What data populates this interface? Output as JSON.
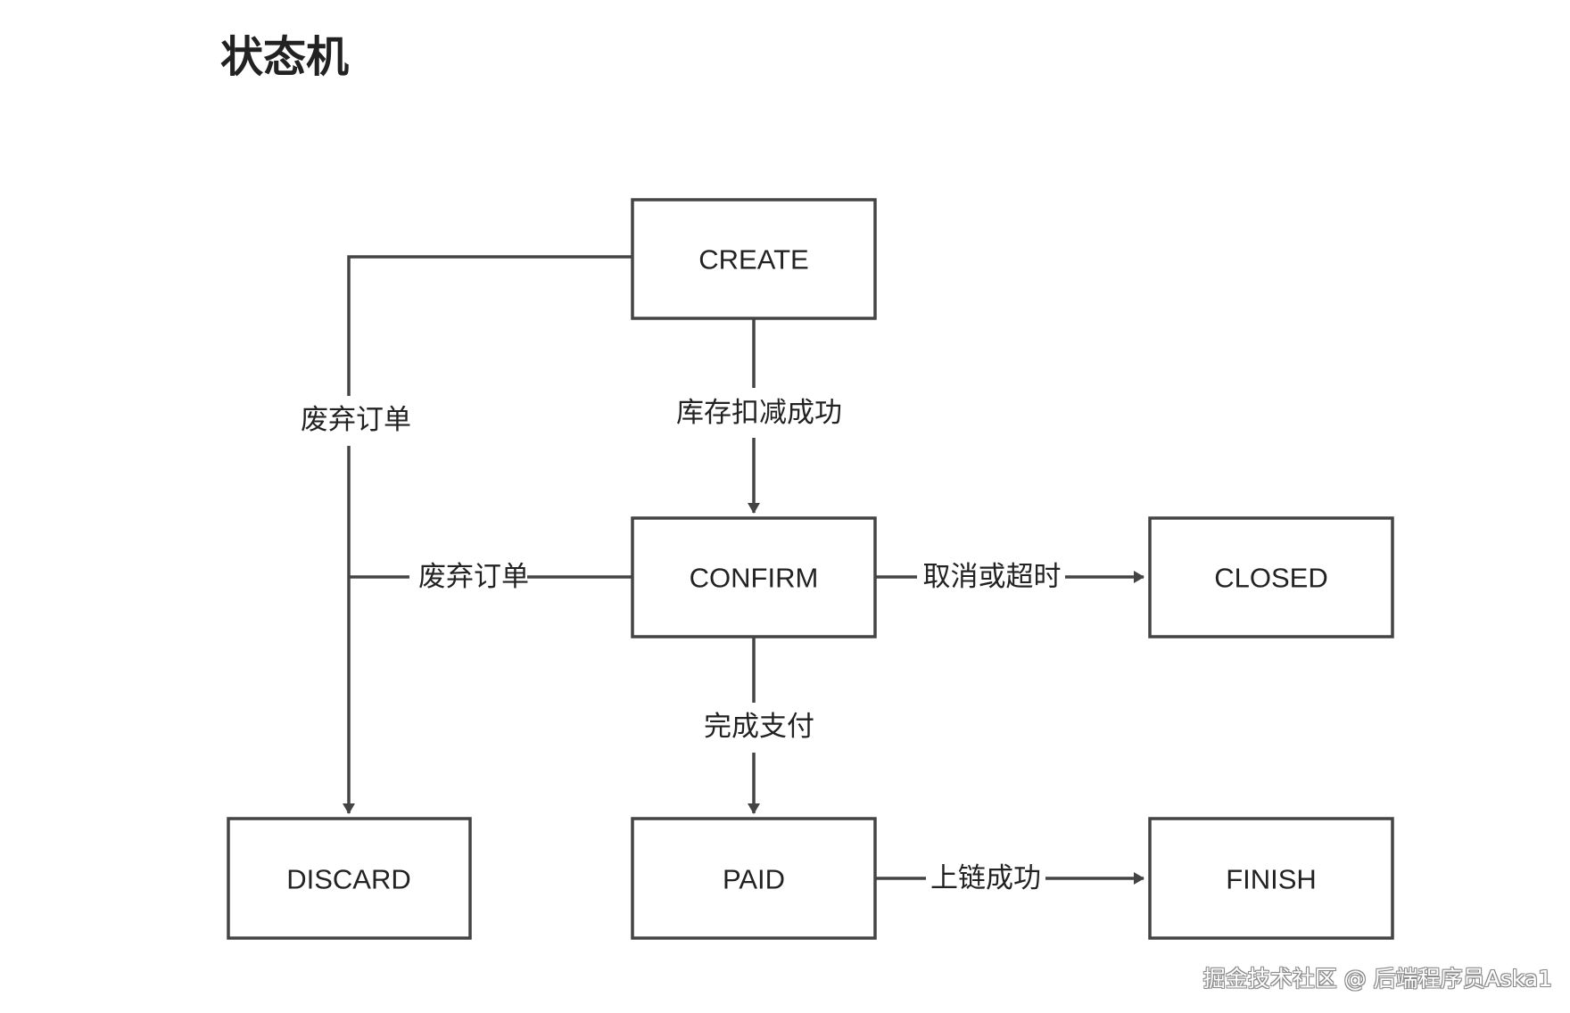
{
  "page": {
    "title": "状态机",
    "watermark": "掘金技术社区 @ 后端程序员Aska1"
  },
  "colors": {
    "stroke": "#444444",
    "text": "#222222",
    "background": "#ffffff"
  },
  "states": {
    "create": "CREATE",
    "confirm": "CONFIRM",
    "closed": "CLOSED",
    "discard": "DISCARD",
    "paid": "PAID",
    "finish": "FINISH"
  },
  "transitions": {
    "create_to_confirm": "库存扣减成功",
    "create_to_discard": "废弃订单",
    "confirm_to_discard": "废弃订单",
    "confirm_to_closed": "取消或超时",
    "confirm_to_paid": "完成支付",
    "paid_to_finish": "上链成功"
  }
}
